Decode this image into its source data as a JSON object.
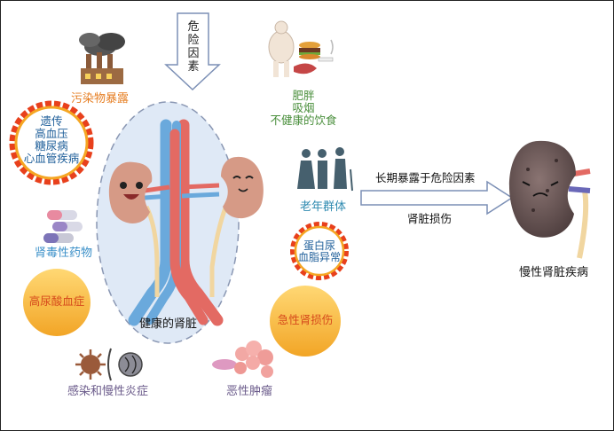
{
  "risk_arrow_label": "危险因素",
  "healthy_kidney_label": "健康的肾脏",
  "diseased_kidney_label": "慢性肾脏疾病",
  "progression_arrow": {
    "top_label": "长期暴露于危险因素",
    "bottom_label": "肾脏损伤"
  },
  "risk_factors": {
    "pollution": "污染物暴露",
    "genetic_disease": [
      "遗传",
      "高血压",
      "糖尿病",
      "心血管疾病"
    ],
    "nephrotoxic_drugs": "肾毒性药物",
    "hyperuricemia": "高尿酸血症",
    "infection_inflammation": "感染和慢性炎症",
    "lifestyle": [
      "肥胖",
      "吸烟",
      "不健康的饮食"
    ],
    "elderly": "老年群体",
    "proteinuria_dyslipidemia": [
      "蛋白尿",
      "血脂异常"
    ],
    "acute_kidney_injury": "急性肾损伤",
    "malignant_tumor": "恶性肿瘤"
  },
  "colors": {
    "pollution_text": "#e67e22",
    "lifestyle_text": "#4a8f3c",
    "elderly_text": "#2e8ab0",
    "drug_text": "#3a8fc8",
    "gold_circle_fill": "#f6b73c",
    "gold_circle_text": "#d64a1c",
    "fire_ring": "#e8401c",
    "kidney_healthy": "#d69a86",
    "kidney_diseased": "#6e5a58",
    "oval_fill": "#dfe9f6",
    "oval_stroke": "#8a97b3"
  }
}
